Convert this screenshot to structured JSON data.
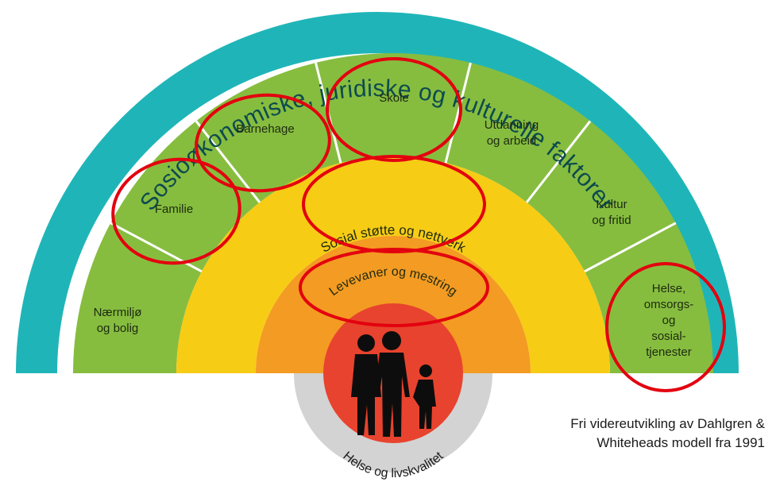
{
  "diagram": {
    "outer_ring": {
      "label": "Sosioøkonomiske, juridiske og kulturelle faktorer"
    },
    "segments": [
      {
        "label": [
          "Nærmiljø",
          "og bolig"
        ],
        "circled": false
      },
      {
        "label": [
          "Familie"
        ],
        "circled": true
      },
      {
        "label": [
          "Barnehage"
        ],
        "circled": true
      },
      {
        "label": [
          "Skole"
        ],
        "circled": true
      },
      {
        "label": [
          "Utdanning",
          "og arbeid"
        ],
        "circled": false
      },
      {
        "label": [
          "Kultur",
          "og fritid"
        ],
        "circled": false
      },
      {
        "label": [
          "Helse,",
          "omsorgs-",
          "og",
          "sosial-",
          "tjenester"
        ],
        "circled": true
      }
    ],
    "yellow_ring": {
      "label": "Sosial støtte og nettverk",
      "circled": true
    },
    "orange_ring": {
      "label": "Levevaner og mestring",
      "circled": true
    },
    "center": {
      "label": "Helse og livskvalitet",
      "icon": "family-silhouette-icon"
    },
    "colors": {
      "outer": "#1fb5b8",
      "green": "#86bd3f",
      "yellow": "#f7cc15",
      "orange": "#f39b22",
      "center": "#e8432e",
      "base": "#d3d3d3",
      "highlight": "#e3000f"
    }
  },
  "credit": {
    "line1": "Fri videreutvikling av Dahlgren &",
    "line2": "Whiteheads modell fra 1991"
  }
}
